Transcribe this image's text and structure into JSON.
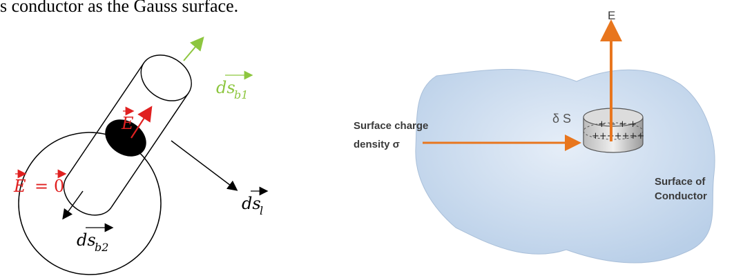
{
  "caption": "s conductor as the Gauss surface.",
  "left_figure": {
    "e_field_label": "E",
    "e_zero_label_e": "E",
    "e_zero_label_eq": "=",
    "e_zero_label_zero": "0",
    "ds_b1_base": "ds",
    "ds_b1_sub": "b1",
    "ds_b2_base": "ds",
    "ds_b2_sub": "b2",
    "ds_l_base": "ds",
    "ds_l_sub": "l",
    "colors": {
      "e_field": "#e02020",
      "ds_b1": "#8dc63f",
      "black": "#000000"
    }
  },
  "right_figure": {
    "e_label": "E",
    "delta_s_label": "δ S",
    "charges_top": "+ + + +",
    "charges_bottom": "+++++++",
    "surface_charge_line1": "Surface charge",
    "surface_charge_line2": "density σ",
    "surface_of_line1": "Surface of",
    "surface_of_line2": "Conductor",
    "colors": {
      "arrow": "#e8761e",
      "blob": "#cfe0f3",
      "text": "#3a3a3a"
    }
  }
}
